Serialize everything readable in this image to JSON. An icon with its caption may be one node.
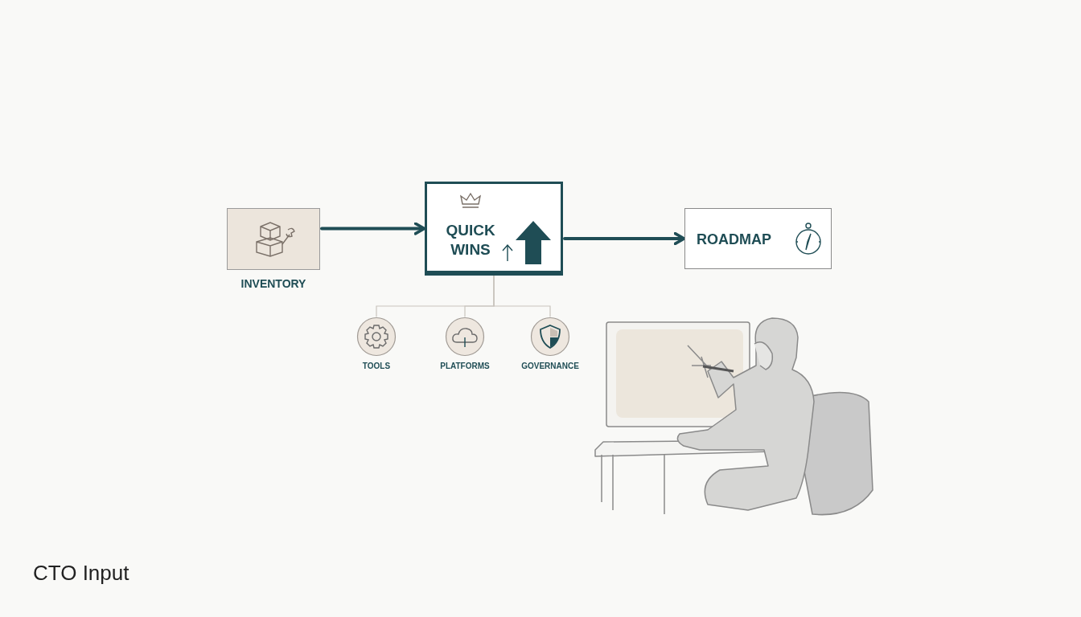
{
  "diagram": {
    "nodes": [
      {
        "text": [
          "INVENTORY"
        ]
      },
      {
        "text": [
          "QUICK WINS"
        ]
      },
      {
        "text": [
          "ROADMAP"
        ]
      },
      {
        "text": [
          "TOOLS"
        ]
      },
      {
        "text": [
          "PLATFORMS"
        ]
      },
      {
        "text": [
          "GOVERNANCE"
        ]
      }
    ],
    "edges": [
      {
        "from": 0,
        "to": 1,
        "arrow": "to",
        "style": "thick",
        "color": "#1f4d55"
      },
      {
        "from": 1,
        "to": 2,
        "arrow": "to",
        "style": "thick",
        "color": "#1f4d55"
      },
      {
        "from": 1,
        "to": 3,
        "arrow": "none"
      },
      {
        "from": 1,
        "to": 4,
        "arrow": "none"
      },
      {
        "from": 1,
        "to": 5,
        "arrow": "none"
      }
    ],
    "labels": [
      "CTO Input"
    ]
  }
}
